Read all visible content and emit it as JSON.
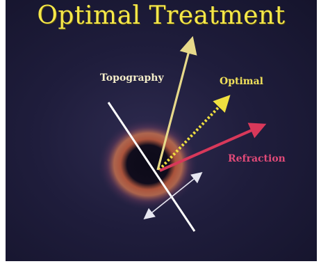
{
  "title": "Optimal Treatment",
  "labels": {
    "topography": "Topography",
    "optimal": "Optimal",
    "refraction": "Refraction"
  },
  "colors": {
    "background": "#1f1d3c",
    "title": "#f5e84a",
    "topography_line": "#ffffff",
    "vertical_arrow": "#e7d98a",
    "optimal_arrow": "#f0e040",
    "refraction_arrow": "#d8385a",
    "double_arrow": "#e6e6f0",
    "ring": "#d86a3c"
  }
}
